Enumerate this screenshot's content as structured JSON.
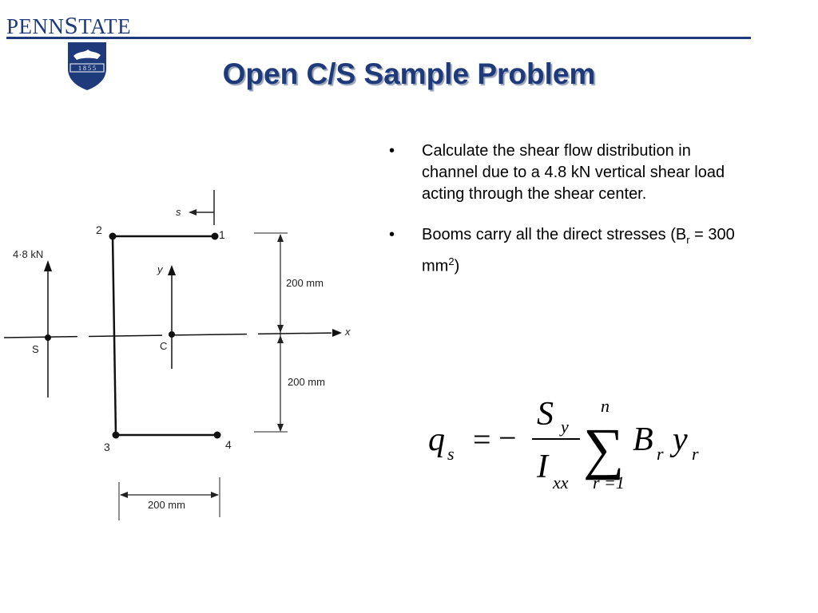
{
  "header": {
    "brand_part1": "PENN",
    "brand_part2": "S",
    "brand_part3": "TATE",
    "logo_year": "1 8 5 5"
  },
  "slide": {
    "title": "Open C/S  Sample Problem",
    "bullets": [
      {
        "marker": "•",
        "text": "Calculate the shear flow distribution in channel due to a 4.8 kN vertical shear load acting through the shear center."
      },
      {
        "marker": "•",
        "text_before": "Booms carry all the direct stresses (B",
        "sub": "r",
        "text_mid": " = 300 mm",
        "sup": "2",
        "text_after": ")"
      }
    ]
  },
  "diagram": {
    "load_label": "4·8 kN",
    "s_arrow_label": "s",
    "y_label": "y",
    "x_label": "x",
    "shear_center_label": "S",
    "centroid_label": "C",
    "boom_labels": [
      "1",
      "2",
      "3",
      "4"
    ],
    "dim_top": "200 mm",
    "dim_bottom": "200 mm",
    "dim_width": "200 mm"
  },
  "equation": {
    "lhs": "q",
    "lhs_sub": "s",
    "equals": "=",
    "minus": "−",
    "num": "S",
    "num_sub": "y",
    "den": "I",
    "den_sub": "xx",
    "sigma": "∑",
    "sum_top": "n",
    "sum_bottom": "r =1",
    "term1": "B",
    "term1_sub": "r",
    "term2": "y",
    "term2_sub": "r"
  }
}
